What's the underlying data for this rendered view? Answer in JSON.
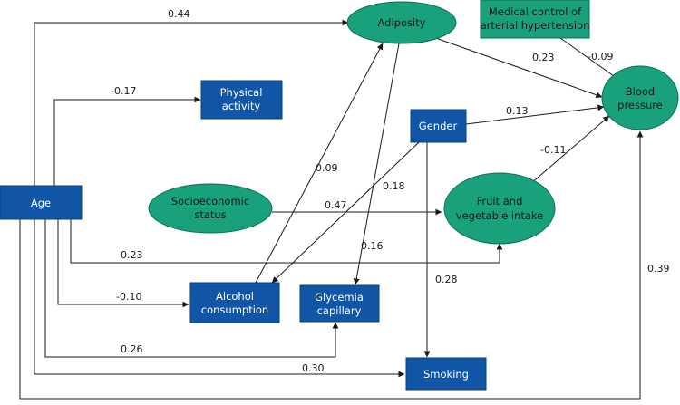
{
  "colors": {
    "blue_node": "#1055a6",
    "blue_border": "#0b3f7f",
    "green_node": "#19a07d",
    "green_border": "#0e6e55",
    "edge": "#1a1a1a"
  },
  "nodes": {
    "age": {
      "lines": [
        "Age"
      ]
    },
    "adiposity": {
      "lines": [
        "Adiposity"
      ]
    },
    "medical_control": {
      "lines": [
        "Medical control of",
        "arterial hypertension"
      ]
    },
    "physical_activity": {
      "lines": [
        "Physical",
        "activity"
      ]
    },
    "blood_pressure": {
      "lines": [
        "Blood",
        "pressure"
      ]
    },
    "gender": {
      "lines": [
        "Gender"
      ]
    },
    "socioeconomic": {
      "lines": [
        "Socioeconomic",
        "status"
      ]
    },
    "fruit_veg": {
      "lines": [
        "Fruit and",
        "vegetable intake"
      ]
    },
    "alcohol": {
      "lines": [
        "Alcohol",
        "consumption"
      ]
    },
    "glycemia": {
      "lines": [
        "Glycemia",
        "capillary"
      ]
    },
    "smoking": {
      "lines": [
        "Smoking"
      ]
    }
  },
  "edges": [
    {
      "from": "Age",
      "to": "Adiposity",
      "coefficient": "0.44"
    },
    {
      "from": "Age",
      "to": "Physical activity",
      "coefficient": "-0.17"
    },
    {
      "from": "Adiposity",
      "to": "Blood pressure",
      "coefficient": "0.23"
    },
    {
      "from": "Medical control of arterial hypertension",
      "to": "Blood pressure",
      "coefficient": "-0.09"
    },
    {
      "from": "Gender",
      "to": "Blood pressure",
      "coefficient": "0.13"
    },
    {
      "from": "Fruit and vegetable intake",
      "to": "Blood pressure",
      "coefficient": "-0.11"
    },
    {
      "from": "Alcohol consumption",
      "to": "Adiposity",
      "coefficient": "0.09"
    },
    {
      "from": "Gender",
      "to": "Alcohol consumption",
      "coefficient": "0.18"
    },
    {
      "from": "Socioeconomic status",
      "to": "Fruit and vegetable intake",
      "coefficient": "0.47"
    },
    {
      "from": "Adiposity",
      "to": "Glycemia capillary",
      "coefficient": "0.16"
    },
    {
      "from": "Age",
      "to": "Fruit and vegetable intake",
      "coefficient": "0.23"
    },
    {
      "from": "Gender",
      "to": "Smoking",
      "coefficient": "0.28"
    },
    {
      "from": "Age",
      "to": "Blood pressure",
      "coefficient": "0.39"
    },
    {
      "from": "Age",
      "to": "Alcohol consumption",
      "coefficient": "-0.10"
    },
    {
      "from": "Age",
      "to": "Glycemia capillary",
      "coefficient": "0.26"
    },
    {
      "from": "Age",
      "to": "Smoking",
      "coefficient": "0.30"
    }
  ]
}
